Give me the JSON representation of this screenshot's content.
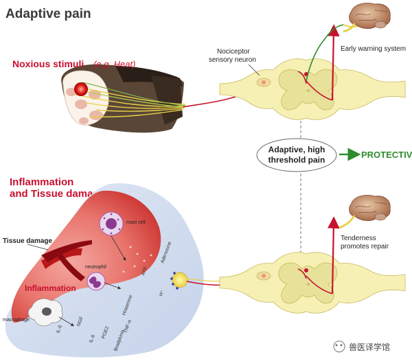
{
  "title": "Adaptive pain",
  "noxious": {
    "label": "Noxious stimuli",
    "example": "(e.g. Heat)"
  },
  "nociceptor": {
    "line1": "Nociceptor",
    "line2": "sensory neuron"
  },
  "early_warning": "Early warning system",
  "adaptive_box": {
    "line1": "Adaptive, high",
    "line2": "threshold pain"
  },
  "protective": "PROTECTIVE",
  "inflammation_heading": {
    "line1": "Inflammation",
    "line2": "and Tissue damage"
  },
  "tissue_damage": "Tissue damage",
  "inflammation_label": "Inflammation",
  "cells": {
    "mast": "mast cell",
    "neutrophil": "neutrophil",
    "macrophage": "macrophage"
  },
  "mediators": [
    "IL-6",
    "NGF",
    "IL-6",
    "PGE2",
    "Histamine",
    "ATP",
    "Adenosine",
    "TNF-α",
    "H⁺",
    "Bradykinin"
  ],
  "tenderness": {
    "line1": "Tenderness",
    "line2": "promotes repair"
  },
  "watermark": "兽医译学馆",
  "colors": {
    "red": "#c8102e",
    "green": "#2e8b2e",
    "cord": "#f6f0b4",
    "grey_matter": "#e8e19a"
  }
}
